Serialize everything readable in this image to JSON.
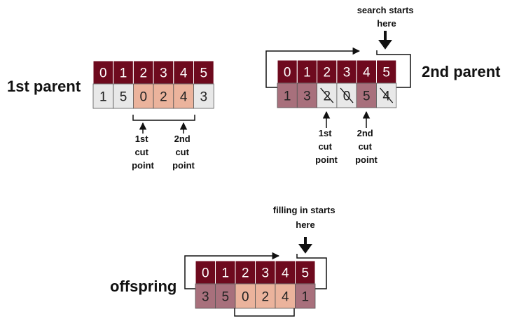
{
  "colors": {
    "index_bg": "#6e0a1e",
    "gray": "#e8e8e8",
    "salmon": "#ebb39c",
    "mauve": "#a8707c",
    "outline": "#555555"
  },
  "parent1": {
    "label": "1st parent",
    "indices": [
      "0",
      "1",
      "2",
      "3",
      "4",
      "5"
    ],
    "values": [
      "1",
      "5",
      "0",
      "2",
      "4",
      "3"
    ],
    "cell_colors": [
      "gray",
      "gray",
      "salmon",
      "salmon",
      "salmon",
      "gray"
    ],
    "cut_label_1": [
      "1st",
      "cut",
      "point"
    ],
    "cut_label_2": [
      "2nd",
      "cut",
      "point"
    ]
  },
  "parent2": {
    "label": "2nd parent",
    "indices": [
      "0",
      "1",
      "2",
      "3",
      "4",
      "5"
    ],
    "values": [
      "1",
      "3",
      "2",
      "0",
      "5",
      "4"
    ],
    "cell_colors": [
      "mauve",
      "mauve",
      "gray",
      "gray",
      "mauve",
      "gray"
    ],
    "crossed_out": [
      false,
      false,
      true,
      true,
      false,
      true
    ],
    "search_note": [
      "search starts",
      "here"
    ],
    "cut_label_1": [
      "1st",
      "cut",
      "point"
    ],
    "cut_label_2": [
      "2nd",
      "cut",
      "point"
    ]
  },
  "offspring": {
    "label": "offspring",
    "indices": [
      "0",
      "1",
      "2",
      "3",
      "4",
      "5"
    ],
    "values": [
      "3",
      "5",
      "0",
      "2",
      "4",
      "1"
    ],
    "cell_colors": [
      "mauve",
      "mauve",
      "salmon",
      "salmon",
      "salmon",
      "mauve"
    ],
    "fill_note": [
      "filling in starts",
      "here"
    ]
  }
}
